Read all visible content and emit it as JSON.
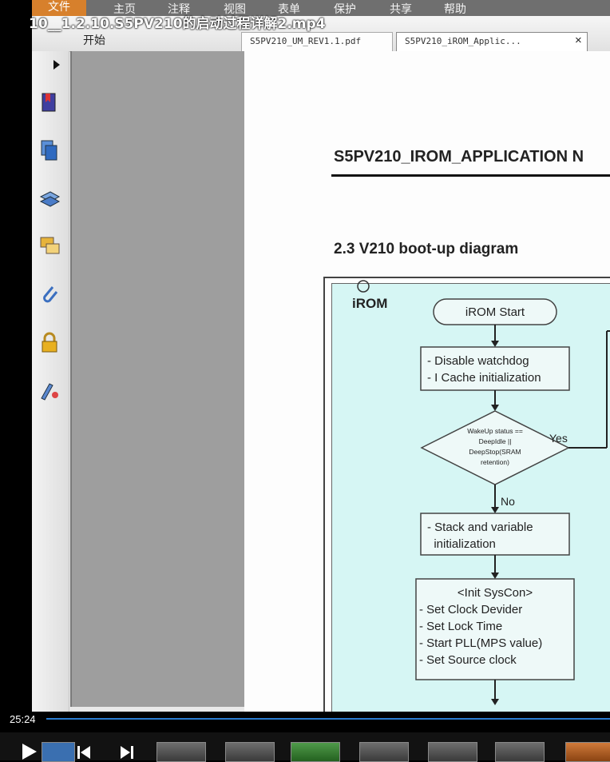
{
  "video": {
    "title": "10__1.2.10.S5PV210的启动过程详解2.mp4",
    "current_time": "25:24"
  },
  "menubar": {
    "items": [
      "文件",
      "主页",
      "注释",
      "视图",
      "表单",
      "保护",
      "共享",
      "帮助"
    ]
  },
  "tabs": {
    "home": "开始",
    "doc1": "S5PV210_UM_REV1.1.pdf",
    "doc2": "S5PV210_iROM_Applic...",
    "close": "×"
  },
  "document": {
    "title": "S5PV210_IROM_APPLICATION N",
    "section": "2.3 V210 boot-up diagram",
    "diagram": {
      "region_label": "iROM",
      "start": "iROM Start",
      "step1": [
        "- Disable watchdog",
        "- I Cache initialization"
      ],
      "decision": [
        "WakeUp status ==",
        "DeepIdle ||",
        "DeepStop(SRAM",
        "retention)"
      ],
      "yes": "Yes",
      "no": "No",
      "step2": [
        "- Stack and variable",
        "  initialization"
      ],
      "step3": [
        "<Init SysCon>",
        "- Set Clock Devider",
        "- Set Lock Time",
        "- Start PLL(MPS value)",
        "- Set Source clock"
      ]
    }
  },
  "colors": {
    "accent_menu": "#d7802c",
    "diagram_bg": "#d6f6f4",
    "progress": "#2b7cd0"
  },
  "icons": [
    "play-arrow-icon",
    "bookmark-icon",
    "pages-icon",
    "layers-icon",
    "comments-icon",
    "attachment-icon",
    "lock-icon",
    "signature-icon",
    "play-icon",
    "previous-icon",
    "next-icon"
  ]
}
